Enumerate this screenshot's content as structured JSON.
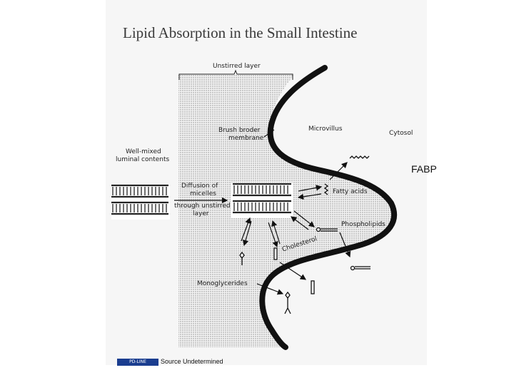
{
  "title": "Lipid Absorption in the Small Intestine",
  "labels": {
    "unstirred_layer": "Unstirred layer",
    "brush_border_1": "Brush broder",
    "brush_border_2": "membrane",
    "microvillus": "Microvillus",
    "cytosol": "Cytosol",
    "well_mixed_1": "Well-mixed",
    "well_mixed_2": "luminal contents",
    "diffusion_1": "Diffusion of",
    "diffusion_2": "micelles",
    "diffusion_3": "through unstirred",
    "diffusion_4": "layer",
    "fatty_acids": "Fatty acids",
    "phospholipids": "Phospholipids",
    "cholesterol": "Cholesterol",
    "monoglycerides": "Monoglycerides"
  },
  "annotation": "FABP",
  "footer": {
    "logo": "PD-LINE",
    "source": "Source Undetermined"
  },
  "colors": {
    "membrane": "#111111",
    "stipple": "#c8c8c8",
    "logo_bg": "#1a3d8f"
  }
}
